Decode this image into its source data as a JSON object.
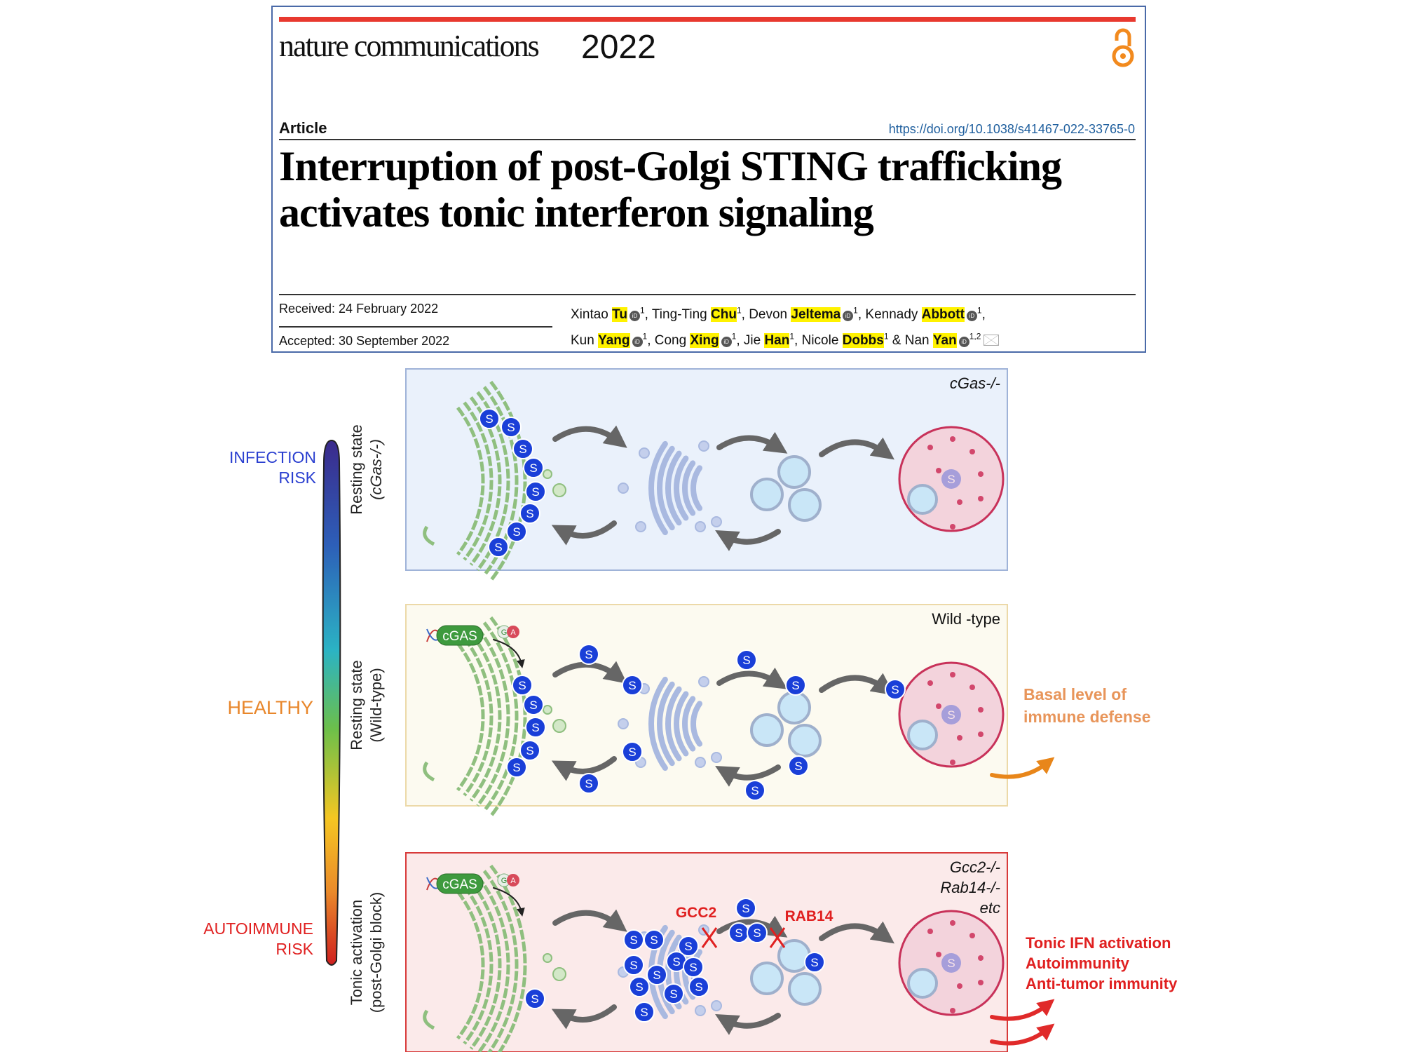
{
  "header": {
    "journal": "nature communications",
    "year": "2022",
    "article_type": "Article",
    "doi": "https://doi.org/10.1038/s41467-022-33765-0",
    "title_line1": "Interruption of post-Golgi STING trafficking",
    "title_line2": "activates tonic interferon signaling",
    "received": "Received: 24 February 2022",
    "accepted": "Accepted: 30 September 2022",
    "authors_line1": [
      {
        "first": "Xintao",
        "last": "Tu",
        "orcid": true,
        "aff": "1",
        "sep": ", "
      },
      {
        "first": "Ting-Ting",
        "last": "Chu",
        "orcid": false,
        "aff": "1",
        "sep": ", "
      },
      {
        "first": "Devon",
        "last": "Jeltema",
        "orcid": true,
        "aff": "1",
        "sep": ", "
      },
      {
        "first": "Kennady",
        "last": "Abbott",
        "orcid": true,
        "aff": "1",
        "sep": ","
      }
    ],
    "authors_line2": [
      {
        "first": "Kun",
        "last": "Yang",
        "orcid": true,
        "aff": "1",
        "sep": ", "
      },
      {
        "first": "Cong",
        "last": "Xing",
        "orcid": true,
        "aff": "1",
        "sep": ", "
      },
      {
        "first": "Jie",
        "last": "Han",
        "orcid": false,
        "aff": "1",
        "sep": ", "
      },
      {
        "first": "Nicole",
        "last": "Dobbs",
        "orcid": false,
        "aff": "1",
        "sep": " & "
      },
      {
        "first": "Nan",
        "last": "Yan",
        "orcid": true,
        "aff": "1,2",
        "sep": ""
      }
    ]
  },
  "diagram": {
    "scale": {
      "top": [
        "INFECTION",
        "RISK"
      ],
      "middle": "HEALTHY",
      "bottom": [
        "AUTOIMMUNE",
        "RISK"
      ]
    },
    "sting_label": "S",
    "cgas_label": "cGAS",
    "ga_label": [
      "G",
      "A"
    ],
    "panels": [
      {
        "row_label": [
          "Resting state",
          "(cGas-/-)"
        ],
        "genotype": [
          "cGas-/-"
        ]
      },
      {
        "row_label": [
          "Resting state",
          "(Wild-type)"
        ],
        "genotype": [
          "Wild -type"
        ],
        "outcome": [
          "Basal level of",
          "immune defense"
        ]
      },
      {
        "row_label": [
          "Tonic activation",
          "(post-Golgi block)"
        ],
        "genotype": [
          "Gcc2-/-",
          "Rab14-/-",
          "etc"
        ],
        "blocks": [
          "GCC2",
          "RAB14"
        ],
        "outcome": [
          "Tonic IFN activation",
          "Autoimmunity",
          "Anti-tumor immunity"
        ]
      }
    ]
  },
  "colors": {
    "journal_red": "#e8392f",
    "sting_blue": "#1a3fd8",
    "er_green": "#8fbf7f",
    "golgi_blue": "#a9b9e0",
    "panel1_bg": "#eaf1fb",
    "panel2_bg": "#fcfaf0",
    "panel3_bg": "#fbeaea",
    "infection": "#2a3fd0",
    "healthy": "#e8862a",
    "autoimmune": "#e02020",
    "basal_text": "#e8955a"
  }
}
